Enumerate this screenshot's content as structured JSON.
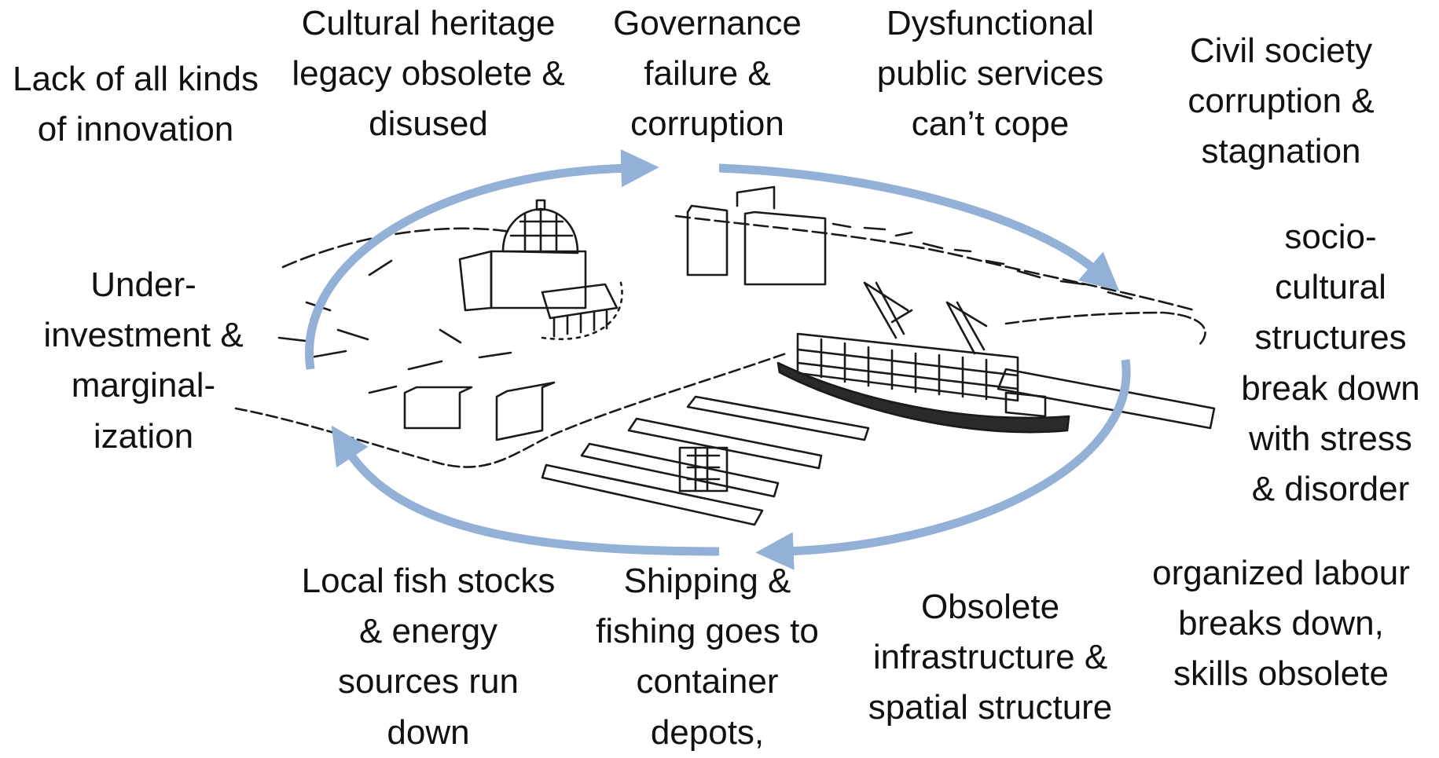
{
  "labels": {
    "lack_innovation": "Lack of all kinds\nof innovation",
    "cultural_heritage": "Cultural heritage\nlegacy obsolete &\ndisused",
    "governance": "Governance\nfailure &\ncorruption",
    "public_services": "Dysfunctional\npublic services\ncan’t cope",
    "civil_society": "Civil society\ncorruption &\nstagnation",
    "underinvestment": "Under-\ninvestment &\nmarginal-\nization",
    "socio_cultural": "socio-\ncultural\nstructures\nbreak down\nwith stress\n& disorder",
    "fish_stocks": "Local fish stocks\n& energy\nsources run\ndown",
    "shipping": "Shipping &\nfishing goes to\ncontainer\ndepots,",
    "infrastructure": "Obsolete\ninfrastructure &\nspatial structure",
    "labour": "organized labour\nbreaks down,\nskills obsolete"
  },
  "colors": {
    "cycle_arrow": "#93b0d6",
    "sketch_ink": "#1a1a1a",
    "text": "#111111"
  },
  "icons": {
    "cycle": "circular-arrow-cycle",
    "illustration": "harbour-sketch"
  }
}
